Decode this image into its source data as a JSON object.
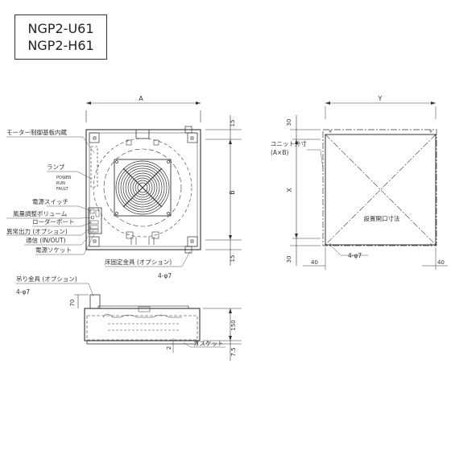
{
  "models": [
    "NGP2-U61",
    "NGP2-H61"
  ],
  "front_view": {
    "dim_width": "A",
    "dim_height": "B",
    "dim_top": "15",
    "dim_bottom": "15",
    "labels": {
      "motor_board": "モーター制御基板内蔵",
      "lamp": "ランプ",
      "power": "POWER",
      "run": "RUN",
      "fault": "FAULT",
      "power_switch": "電源スイッチ",
      "volume": "風量調整ボリューム",
      "loader_port": "ローダーポート",
      "abnormal_output": "異常出力 (オプション)",
      "comm": "通信 (IN/OUT)",
      "power_socket": "電源ソケット",
      "floor_bracket": "床固定金具 (オプション)",
      "floor_holes": "4-φ7"
    }
  },
  "right_view": {
    "dim_width": "Y",
    "dim_height": "X",
    "dim_top": "30",
    "dim_bottom": "30",
    "dim_left": "40",
    "dim_right": "40",
    "unit_outer_line1": "ユニット外寸",
    "unit_outer_line2": "(A×B)",
    "holes": "4-φ7",
    "opening": "設置開口寸法"
  },
  "side_view": {
    "hanging": "吊り金具 (オプション)",
    "holes": "4-φ7",
    "dim_top": "70",
    "dim_height": "150",
    "dim_small": "2",
    "dim_gasket": "7.5",
    "gasket": "ガスケット"
  },
  "colors": {
    "line": "#333333",
    "leader": "#555555"
  }
}
